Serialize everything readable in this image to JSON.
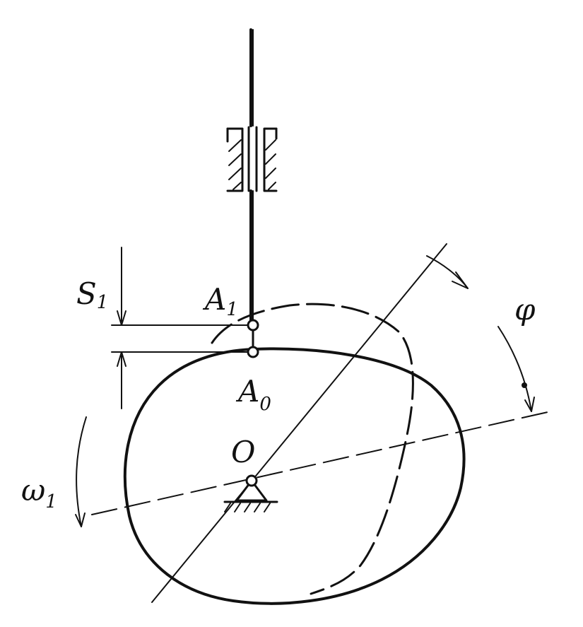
{
  "labels": {
    "follower_displacement": "S",
    "follower_displacement_sub": "1",
    "point_a1": "A",
    "point_a1_sub": "1",
    "point_a0": "A",
    "point_a0_sub": "0",
    "center": "O",
    "angular_velocity": "ω",
    "angular_velocity_sub": "1",
    "rotation_angle": "φ"
  },
  "colors": {
    "ink": "#111111",
    "background": "#ffffff"
  }
}
